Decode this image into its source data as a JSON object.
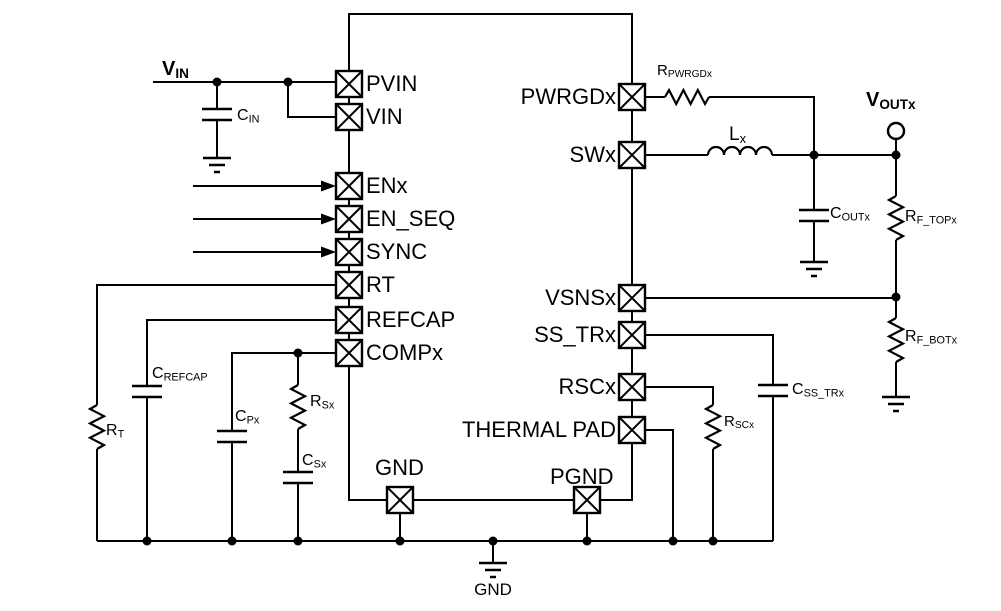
{
  "diagram": {
    "kind": "circuit-schematic",
    "description": "DC-DC buck converter typical application circuit"
  },
  "ic": {
    "pins_left": [
      {
        "name": "PVIN"
      },
      {
        "name": "VIN"
      },
      {
        "name": "ENx"
      },
      {
        "name": "EN_SEQ"
      },
      {
        "name": "SYNC"
      },
      {
        "name": "RT"
      },
      {
        "name": "REFCAP"
      },
      {
        "name": "COMPx"
      }
    ],
    "pins_right": [
      {
        "name": "PWRGDx"
      },
      {
        "name": "SWx"
      },
      {
        "name": "VSNSx"
      },
      {
        "name": "SS_TRx"
      },
      {
        "name": "RSCx"
      },
      {
        "name": "THERMAL PAD"
      }
    ],
    "pins_bottom": [
      {
        "name": "GND"
      },
      {
        "name": "PGND"
      }
    ]
  },
  "nets": {
    "vin": {
      "main": "V",
      "sub": "IN"
    },
    "vout": {
      "main": "V",
      "sub": "OUTx"
    },
    "gnd_label": "GND"
  },
  "components": {
    "cin": {
      "main": "C",
      "sub": "IN"
    },
    "rpwrgdx": {
      "main": "R",
      "sub": "PWRGDx"
    },
    "lx": {
      "main": "L",
      "sub": "x"
    },
    "coutx": {
      "main": "C",
      "sub": "OUTx"
    },
    "rftopx": {
      "main": "R",
      "sub": "F_TOPx"
    },
    "rfbotx": {
      "main": "R",
      "sub": "F_BOTx"
    },
    "rt": {
      "main": "R",
      "sub": "T"
    },
    "crefcap": {
      "main": "C",
      "sub": "REFCAP"
    },
    "cpx": {
      "main": "C",
      "sub": "Px"
    },
    "rsx": {
      "main": "R",
      "sub": "Sx"
    },
    "csx": {
      "main": "C",
      "sub": "Sx"
    },
    "csstrx": {
      "main": "C",
      "sub": "SS_TRx"
    },
    "rscx": {
      "main": "R",
      "sub": "SCx"
    }
  },
  "colors": {
    "stroke": "#000000",
    "background": "#ffffff"
  }
}
